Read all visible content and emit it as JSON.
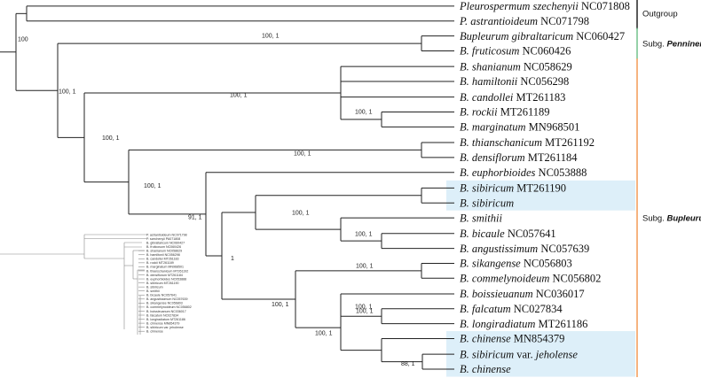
{
  "taxa": [
    {
      "parts": [
        {
          "t": "Pleurospermum szechenyii",
          "i": true
        },
        {
          "t": " NC071808",
          "i": false
        }
      ],
      "hl": false
    },
    {
      "parts": [
        {
          "t": "P. astrantioideum",
          "i": true
        },
        {
          "t": " NC071798",
          "i": false
        }
      ],
      "hl": false
    },
    {
      "parts": [
        {
          "t": "Bupleurum gibraltaricum",
          "i": true
        },
        {
          "t": " NC060427",
          "i": false
        }
      ],
      "hl": false
    },
    {
      "parts": [
        {
          "t": "B. fruticosum",
          "i": true
        },
        {
          "t": " NC060426",
          "i": false
        }
      ],
      "hl": false
    },
    {
      "parts": [
        {
          "t": "B. shanianum",
          "i": true
        },
        {
          "t": " NC058629",
          "i": false
        }
      ],
      "hl": false
    },
    {
      "parts": [
        {
          "t": "B. hamiltonii",
          "i": true
        },
        {
          "t": " NC056298",
          "i": false
        }
      ],
      "hl": false
    },
    {
      "parts": [
        {
          "t": "B. candollei",
          "i": true
        },
        {
          "t": " MT261183",
          "i": false
        }
      ],
      "hl": false
    },
    {
      "parts": [
        {
          "t": "B. rockii",
          "i": true
        },
        {
          "t": " MT261189",
          "i": false
        }
      ],
      "hl": false
    },
    {
      "parts": [
        {
          "t": "B. marginatum",
          "i": true
        },
        {
          "t": " MN968501",
          "i": false
        }
      ],
      "hl": false
    },
    {
      "parts": [
        {
          "t": "B. thianschanicum",
          "i": true
        },
        {
          "t": " MT261192",
          "i": false
        }
      ],
      "hl": false
    },
    {
      "parts": [
        {
          "t": "B. densiflorum",
          "i": true
        },
        {
          "t": " MT261184",
          "i": false
        }
      ],
      "hl": false
    },
    {
      "parts": [
        {
          "t": "B. euphorbioides",
          "i": true
        },
        {
          "t": " NC053888",
          "i": false
        }
      ],
      "hl": false
    },
    {
      "parts": [
        {
          "t": "B. sibiricum",
          "i": true
        },
        {
          "t": " MT261190",
          "i": false
        }
      ],
      "hl": true
    },
    {
      "parts": [
        {
          "t": "B. sibiricum",
          "i": true
        }
      ],
      "hl": true
    },
    {
      "parts": [
        {
          "t": "B. smithii",
          "i": true
        }
      ],
      "hl": false
    },
    {
      "parts": [
        {
          "t": "B. bicaule",
          "i": true
        },
        {
          "t": " NC057641",
          "i": false
        }
      ],
      "hl": false
    },
    {
      "parts": [
        {
          "t": "B. angustissimum",
          "i": true
        },
        {
          "t": " NC057639",
          "i": false
        }
      ],
      "hl": false
    },
    {
      "parts": [
        {
          "t": "B. sikangense",
          "i": true
        },
        {
          "t": " NC056803",
          "i": false
        }
      ],
      "hl": false
    },
    {
      "parts": [
        {
          "t": "B. commelynoideum",
          "i": true
        },
        {
          "t": " NC056802",
          "i": false
        }
      ],
      "hl": false
    },
    {
      "parts": [
        {
          "t": "B. boissieuanum",
          "i": true
        },
        {
          "t": " NC036017",
          "i": false
        }
      ],
      "hl": false
    },
    {
      "parts": [
        {
          "t": "B. falcatum",
          "i": true
        },
        {
          "t": " NC027834",
          "i": false
        }
      ],
      "hl": false
    },
    {
      "parts": [
        {
          "t": "B. longiradiatum",
          "i": true
        },
        {
          "t": " MT261186",
          "i": false
        }
      ],
      "hl": false
    },
    {
      "parts": [
        {
          "t": "B. chinense",
          "i": true
        },
        {
          "t": " MN854379",
          "i": false
        }
      ],
      "hl": true
    },
    {
      "parts": [
        {
          "t": "B. sibiricum",
          "i": true
        },
        {
          "t": " var. ",
          "i": false
        },
        {
          "t": "jeholense",
          "i": true
        }
      ],
      "hl": true
    },
    {
      "parts": [
        {
          "t": "B. chinense",
          "i": true
        }
      ],
      "hl": true
    }
  ],
  "support_values": [
    "100",
    "100, 1",
    "100, 1",
    "100, 1",
    "100, 1",
    "100, 1",
    "100, 1",
    "100, 1",
    "91, 1",
    "1",
    "100, 1",
    "100, 1",
    "100, 1",
    "100, 1",
    "100, 1",
    "100, 1",
    "100, 1",
    "88, 1"
  ],
  "groups": [
    {
      "label": "Outgroup",
      "color": "#000000"
    },
    {
      "parts": [
        {
          "t": "Subg. ",
          "b": false
        },
        {
          "t": "Penninervia",
          "b": true
        }
      ],
      "color": "#5cb87a"
    },
    {
      "parts": [
        {
          "t": "Subg. ",
          "b": false
        },
        {
          "t": "Bupleurum",
          "b": true
        }
      ],
      "color": "#f08a3c"
    }
  ],
  "colors": {
    "highlight": "#ddeff9",
    "branch": "#222222"
  },
  "inset_labels": [
    "P. astrantioideum NC071798",
    "P. szechenyii PA071808",
    "B. gibraltaricum NC060427",
    "B. fruticosum NC060426",
    "B. shanianum NC058629",
    "B. hamiltonii NC056298",
    "B. candollei MT261183",
    "B. rockii MT261189",
    "B. marginatum MN968501",
    "B. thianschanicum MT261192",
    "B. densiflorum MT261184",
    "B. euphorbioides NC053888",
    "B. sibiricum MT261190",
    "B. sibiricum",
    "B. smithii",
    "B. bicaule NC057641",
    "B. angustissimum NC057639",
    "B. sikangense NC056803",
    "B. commelynoideum NC056802",
    "B. boissieuanum NC036017",
    "B. falcatum NC027834",
    "B. longiradiatum MT261186",
    "B. chinense MN854379",
    "B. sibiricum var. jeholense",
    "B. chinense"
  ]
}
